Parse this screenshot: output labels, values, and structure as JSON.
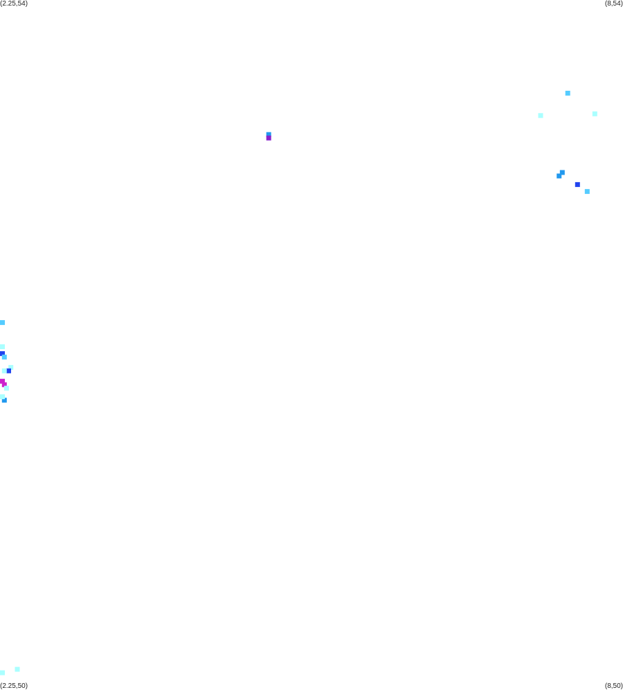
{
  "corners": {
    "top_left": "(2.25,54)",
    "top_right": "(8,54)",
    "bottom_left": "(2.25,50)",
    "bottom_right": "(8,50)"
  },
  "extent": {
    "lon_min": 2.25,
    "lon_max": 8,
    "lat_min": 50,
    "lat_max": 54
  },
  "palette": {
    "background": "#ffffff",
    "pale_cyan": "#aaffff",
    "light_blue": "#55ccff",
    "medium_blue": "#2299ee",
    "blue": "#2244ee",
    "purple": "#8822cc",
    "magenta": "#cc22cc"
  },
  "cells": [
    {
      "lon": 4.73,
      "lat": 53.22,
      "color": "medium_blue"
    },
    {
      "lon": 4.73,
      "lat": 53.2,
      "color": "purple"
    },
    {
      "lon": 7.49,
      "lat": 53.46,
      "color": "light_blue"
    },
    {
      "lon": 7.24,
      "lat": 53.33,
      "color": "pale_cyan"
    },
    {
      "lon": 7.74,
      "lat": 53.34,
      "color": "pale_cyan"
    },
    {
      "lon": 7.44,
      "lat": 53.0,
      "color": "medium_blue"
    },
    {
      "lon": 7.41,
      "lat": 52.98,
      "color": "medium_blue"
    },
    {
      "lon": 7.58,
      "lat": 52.93,
      "color": "blue"
    },
    {
      "lon": 7.67,
      "lat": 52.89,
      "color": "light_blue"
    },
    {
      "lon": 2.25,
      "lat": 52.13,
      "color": "light_blue"
    },
    {
      "lon": 2.25,
      "lat": 51.99,
      "color": "pale_cyan"
    },
    {
      "lon": 2.27,
      "lat": 51.95,
      "color": "blue"
    },
    {
      "lon": 2.29,
      "lat": 51.93,
      "color": "light_blue"
    },
    {
      "lon": 2.35,
      "lat": 51.87,
      "color": "pale_cyan"
    },
    {
      "lon": 2.33,
      "lat": 51.85,
      "color": "blue"
    },
    {
      "lon": 2.29,
      "lat": 51.85,
      "color": "pale_cyan"
    },
    {
      "lon": 2.27,
      "lat": 51.79,
      "color": "magenta"
    },
    {
      "lon": 2.29,
      "lat": 51.77,
      "color": "magenta"
    },
    {
      "lon": 2.31,
      "lat": 51.75,
      "color": "pale_cyan"
    },
    {
      "lon": 2.29,
      "lat": 51.68,
      "color": "medium_blue"
    },
    {
      "lon": 2.27,
      "lat": 51.7,
      "color": "pale_cyan"
    },
    {
      "lon": 2.27,
      "lat": 50.1,
      "color": "pale_cyan"
    },
    {
      "lon": 2.41,
      "lat": 50.12,
      "color": "pale_cyan"
    }
  ]
}
